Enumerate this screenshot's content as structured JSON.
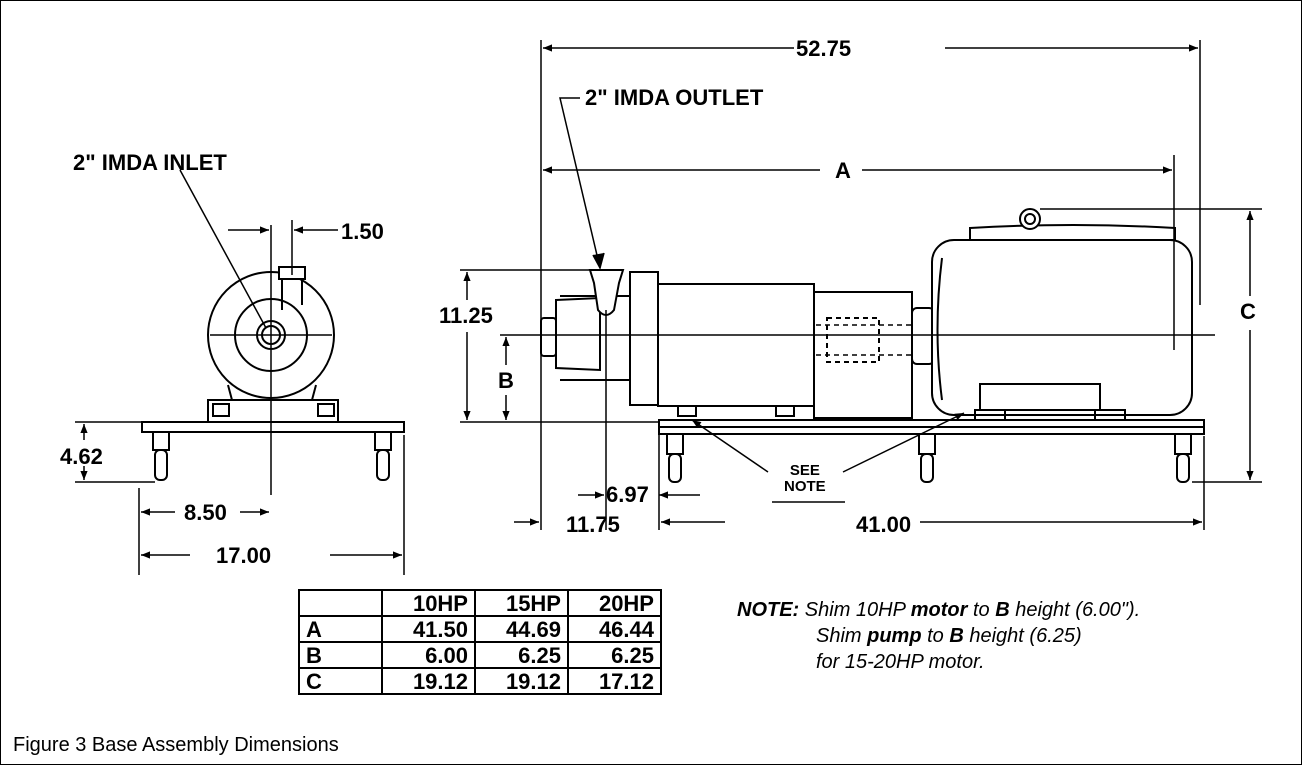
{
  "labels": {
    "overall_length": "52.75",
    "outlet": "2\" IMDA OUTLET",
    "inlet": "2\" IMDA INLET",
    "dim_a": "A",
    "dim_b": "B",
    "dim_c": "C",
    "flange_offset": "1.50",
    "pump_height": "11.25",
    "base_height": "4.62",
    "half_width": "8.50",
    "base_width": "17.00",
    "outlet_offset": "6.97",
    "front_offset": "11.75",
    "base_length": "41.00",
    "see": "SEE",
    "note_ref": "NOTE"
  },
  "table": {
    "headers": [
      "",
      "10HP",
      "15HP",
      "20HP"
    ],
    "rows": [
      {
        "label": "A",
        "values": [
          "41.50",
          "44.69",
          "46.44"
        ]
      },
      {
        "label": "B",
        "values": [
          "6.00",
          "6.25",
          "6.25"
        ]
      },
      {
        "label": "C",
        "values": [
          "19.12",
          "19.12",
          "17.12"
        ]
      }
    ]
  },
  "note": {
    "key": "NOTE:",
    "line1_a": "Shim 10HP ",
    "line1_b": "motor",
    "line1_c": " to ",
    "line1_d": "B",
    "line1_e": " height (6.00\").",
    "line2_a": "Shim ",
    "line2_b": "pump",
    "line2_c": " to ",
    "line2_d": "B",
    "line2_e": " height (6.25)",
    "line3": "for 15-20HP motor."
  },
  "caption": "Figure 3 Base Assembly Dimensions"
}
